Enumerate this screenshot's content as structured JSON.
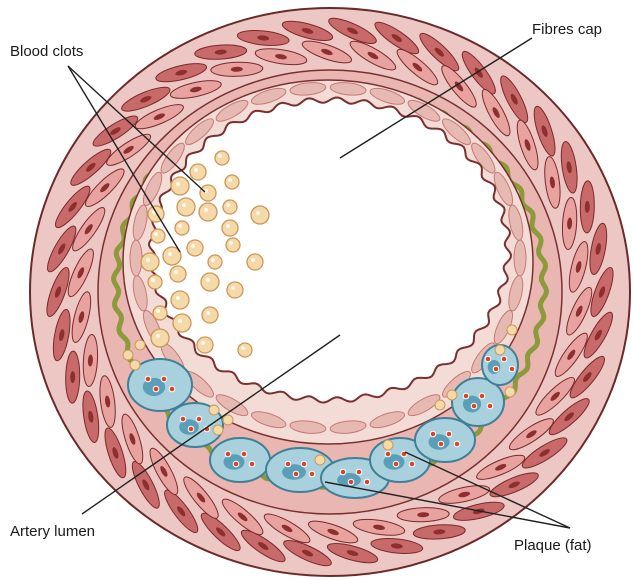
{
  "labels": {
    "blood_clots": "Blood clots",
    "fibres_cap": "Fibres cap",
    "artery_lumen": "Artery lumen",
    "plaque": "Plaque (fat)"
  },
  "colors": {
    "outer_wall": "#ecc7c3",
    "outer_outline": "#6b2a2a",
    "muscle_cell": "#c86a6a",
    "muscle_cell_light": "#e8a3a0",
    "media_band": "#e9b6b1",
    "elastic_lamina": "#8c9a3a",
    "intima": "#f3dcd6",
    "endothelium": "#c87873",
    "lumen": "#ffffff",
    "clot_fill": "#f6d9a8",
    "clot_stroke": "#c9985a",
    "plaque_fill": "#a9d1dd",
    "plaque_stroke": "#3f7f98",
    "plaque_nucleus": "#5a9fb8",
    "fat_red": "#d9432a",
    "line": "#222222"
  }
}
